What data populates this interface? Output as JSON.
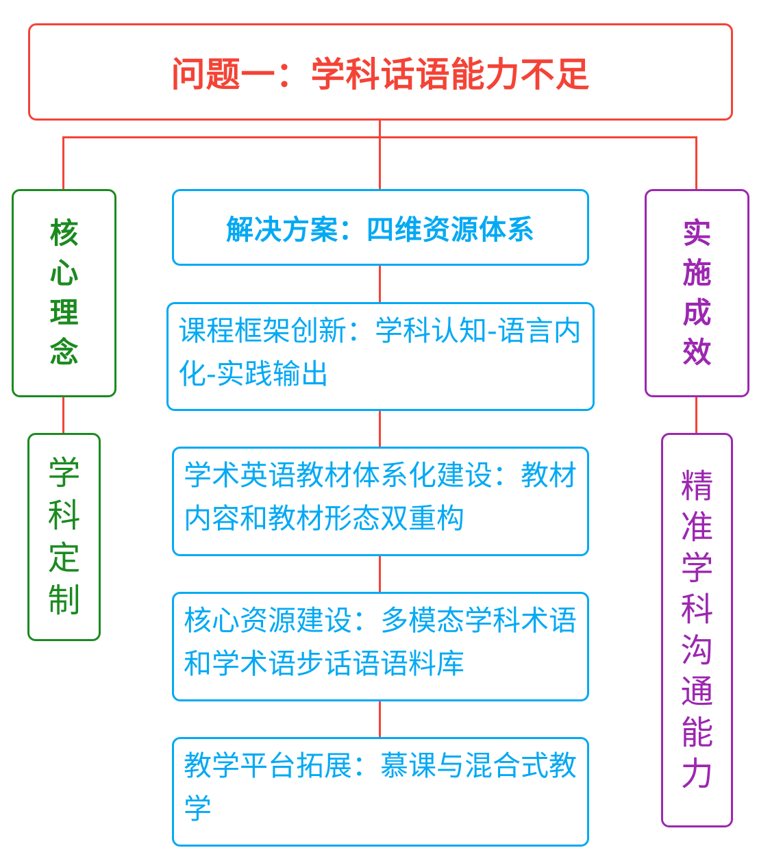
{
  "title": "问题一：学科话语能力不足",
  "left": {
    "header_chars": [
      "核",
      "心",
      "理",
      "念"
    ],
    "header": "核心理念",
    "sub_chars": [
      "学",
      "科",
      "定",
      "制"
    ],
    "sub": "学科定制"
  },
  "center": {
    "solution": "解决方案：四维资源体系",
    "items": [
      {
        "text": "课程框架创新：学科认知-语言内化-实践输出"
      },
      {
        "text": "学术英语教材体系化建设：教材内容和教材形态双重构"
      },
      {
        "text": "核心资源建设：多模态学科术语和学术语步话语语料库"
      },
      {
        "text": "教学平台拓展：慕课与混合式教学"
      }
    ]
  },
  "right": {
    "header_chars": [
      "实",
      "施",
      "成",
      "效"
    ],
    "header": "实施成效",
    "sub_chars": [
      "精",
      "准",
      "学",
      "科",
      "沟",
      "通",
      "能",
      "力"
    ],
    "sub": "精准学科沟通能力"
  },
  "colors": {
    "title": "#f44336",
    "connector": "#f44336",
    "left": "#1b8a1f",
    "center": "#03a9f4",
    "right": "#9c27b0"
  }
}
